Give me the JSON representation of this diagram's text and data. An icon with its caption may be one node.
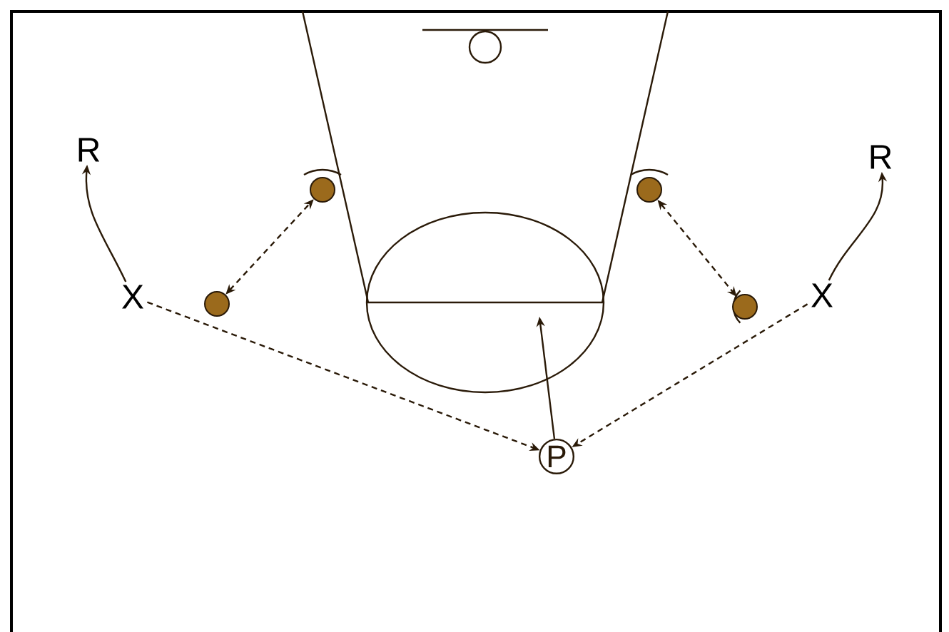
{
  "diagram": {
    "nodes": [
      {
        "text": [
          "R"
        ]
      },
      {
        "text": [
          "X"
        ]
      },
      {
        "text": [],
        "shape": "circle"
      },
      {
        "text": [],
        "shape": "circle"
      },
      {
        "text": [],
        "shape": "circle"
      },
      {
        "text": [],
        "shape": "circle"
      },
      {
        "text": [
          "X"
        ]
      },
      {
        "text": [
          "R"
        ]
      },
      {
        "text": [
          "P"
        ]
      }
    ],
    "edges": [
      {
        "from": 1,
        "to": 0,
        "arrow": "to"
      },
      {
        "from": 2,
        "to": 3,
        "arrow": "both",
        "style": "dashed"
      },
      {
        "from": 4,
        "to": 5,
        "arrow": "both",
        "style": "dashed"
      },
      {
        "from": 6,
        "to": 7,
        "arrow": "to"
      },
      {
        "from": 1,
        "to": 8,
        "arrow": "to",
        "style": "dashed"
      },
      {
        "from": 6,
        "to": 8,
        "arrow": "to",
        "style": "dashed"
      },
      {
        "from": 8,
        "to": null,
        "arrow": "to"
      }
    ]
  }
}
